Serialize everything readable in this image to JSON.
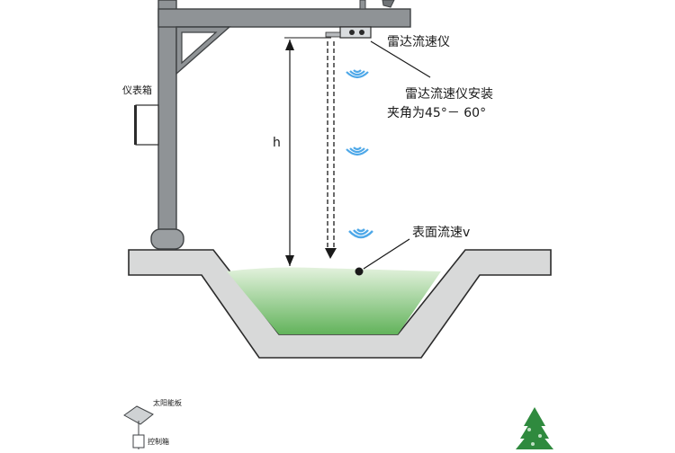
{
  "labels": {
    "radar_name": "雷达流速仪",
    "angle_line1": "雷达流速仪安装",
    "angle_line2": "夹角为45°－ 60°",
    "instrument_box": "仪表箱",
    "height": "h",
    "surface_velocity": "表面流速v",
    "solar_panel": "太阳能板",
    "control_box": "控制箱"
  },
  "colors": {
    "structure": "#8f9396",
    "structure_edge": "#3f4244",
    "channel_fill": "#d8d9d9",
    "water_top": "#e3f2dd",
    "water_bottom": "#62b35b",
    "wave": "#4ea8e8",
    "tree": "#2f8a3e"
  }
}
